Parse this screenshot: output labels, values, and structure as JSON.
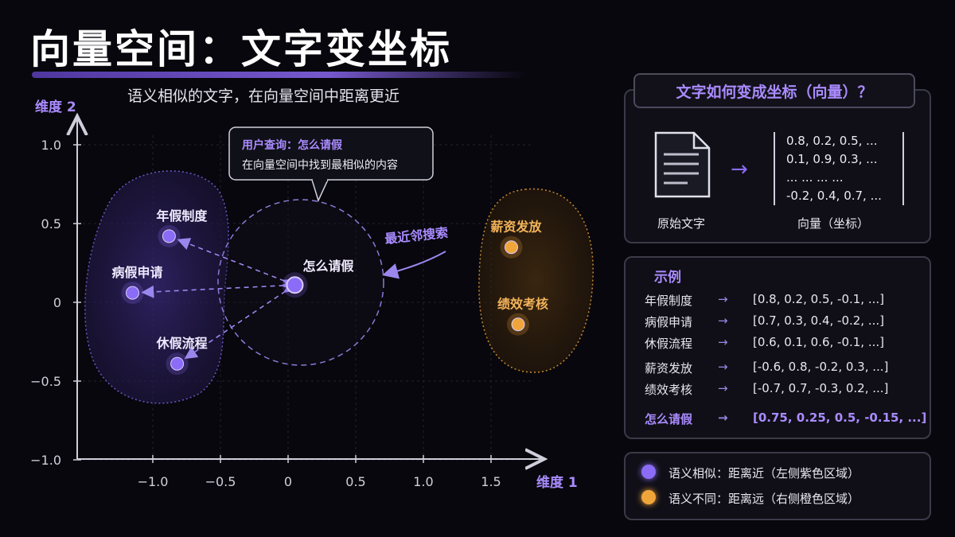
{
  "title": "向量空间：文字变坐标",
  "subtitle": "语义相似的文字，在向量空间中距离更近",
  "colors": {
    "accent_purple": "#8b6cf6",
    "accent_orange": "#f0a53a",
    "text_purple": "#a98bff"
  },
  "chart_data": {
    "type": "scatter",
    "xlabel": "维度 1",
    "ylabel": "维度 2",
    "xlim": [
      -1.5,
      1.8
    ],
    "ylim": [
      -1.1,
      1.1
    ],
    "x_ticks": [
      -1.0,
      -0.5,
      0,
      0.5,
      1.0,
      1.5
    ],
    "y_ticks": [
      1.0,
      0.5,
      0,
      -0.5,
      -1.0
    ],
    "x_tick_labels": [
      "−1.0",
      "−0.5",
      "0",
      "0.5",
      "1.0",
      "1.5"
    ],
    "y_tick_labels": [
      "1.0",
      "0.5",
      "0",
      "−0.5",
      "−1.0"
    ],
    "points": [
      {
        "label": "年假制度",
        "x": -0.88,
        "y": 0.42,
        "group": "similar"
      },
      {
        "label": "病假申请",
        "x": -1.15,
        "y": 0.06,
        "group": "similar"
      },
      {
        "label": "休假流程",
        "x": -0.82,
        "y": -0.39,
        "group": "similar"
      },
      {
        "label": "怎么请假",
        "x": 0.05,
        "y": 0.11,
        "group": "query"
      },
      {
        "label": "薪资发放",
        "x": 1.65,
        "y": 0.35,
        "group": "different"
      },
      {
        "label": "绩效考核",
        "x": 1.7,
        "y": -0.14,
        "group": "different"
      }
    ],
    "annotations": {
      "search_label": "最近邻搜索",
      "callout_title": "用户查询：怎么请假",
      "callout_body": "在向量空间中找到最相似的内容"
    }
  },
  "conversion": {
    "title": "文字如何变成坐标（向量）？",
    "doc_label": "原始文字",
    "vector_label": "向量（坐标）",
    "vector_lines": [
      "0.8, 0.2, 0.5, ...",
      "0.1, 0.9, 0.3, ...",
      "... ... ... ...",
      "-0.2, 0.4, 0.7, ..."
    ]
  },
  "examples": {
    "title": "示例",
    "arrow": "→",
    "rows": [
      {
        "term": "年假制度",
        "vector": "[0.8, 0.2, 0.5, -0.1, ...]"
      },
      {
        "term": "病假申请",
        "vector": "[0.7, 0.3, 0.4, -0.2, ...]"
      },
      {
        "term": "休假流程",
        "vector": "[0.6, 0.1, 0.6, -0.1, ...]"
      },
      {
        "term": "薪资发放",
        "vector": "[-0.6, 0.8, -0.2, 0.3, ...]"
      },
      {
        "term": "绩效考核",
        "vector": "[-0.7, 0.7, -0.3, 0.2, ...]"
      },
      {
        "term": "怎么请假",
        "vector": "[0.75, 0.25, 0.5, -0.15, ...]"
      }
    ]
  },
  "legend": {
    "similar": "语义相似：距离近（左侧紫色区域）",
    "different": "语义不同：距离远（右侧橙色区域）"
  }
}
